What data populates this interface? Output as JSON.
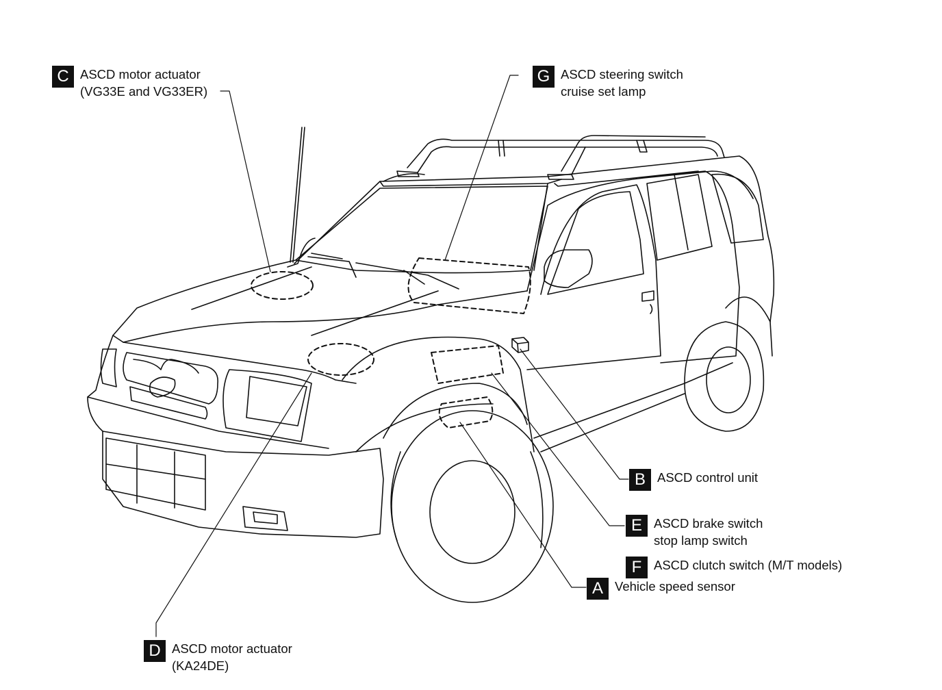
{
  "callouts": {
    "a": {
      "letter": "A",
      "line1": "Vehicle speed sensor"
    },
    "b": {
      "letter": "B",
      "line1": "ASCD control unit"
    },
    "c": {
      "letter": "C",
      "line1": "ASCD motor actuator",
      "line2": "(VG33E and VG33ER)"
    },
    "d": {
      "letter": "D",
      "line1": "ASCD motor actuator",
      "line2": "(KA24DE)"
    },
    "e": {
      "letter": "E",
      "line1": "ASCD brake switch",
      "line2": "stop lamp switch"
    },
    "f": {
      "letter": "F",
      "line1": "ASCD clutch switch (M/T models)"
    },
    "g": {
      "letter": "G",
      "line1": "ASCD steering switch",
      "line2": "cruise set lamp"
    }
  },
  "colors": {
    "ink": "#111111",
    "paper": "#ffffff"
  }
}
